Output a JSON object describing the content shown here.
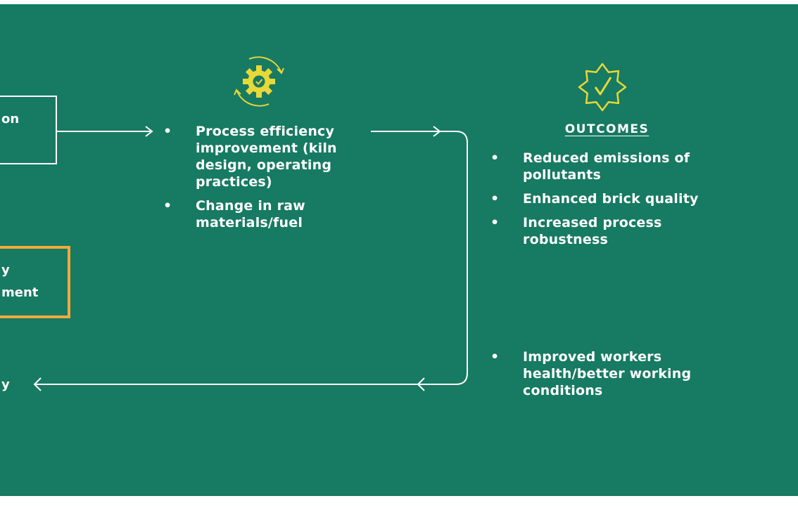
{
  "left_fragments": {
    "top_box_label": "on",
    "orange_box_line1": "y",
    "orange_box_line2": "ment",
    "bottom_label": "y"
  },
  "process": {
    "icon": "gear-check-icon",
    "items": [
      "Process efficiency improvement (kiln design, operating practices)",
      "Change in raw materials/fuel"
    ]
  },
  "outcomes": {
    "icon": "badge-check-icon",
    "title": "OUTCOMES",
    "items": [
      "Reduced emissions of pollutants",
      "Enhanced brick quality",
      "Increased process robustness"
    ],
    "extra_item": "Improved workers health/better working conditions"
  },
  "colors": {
    "background": "#177a63",
    "accent_yellow": "#e8d838",
    "box_orange": "#f2a93b",
    "line": "#ffffff"
  }
}
